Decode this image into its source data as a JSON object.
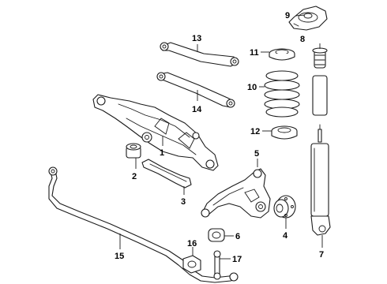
{
  "callouts": [
    {
      "id": "1",
      "part": "rear-subframe"
    },
    {
      "id": "2",
      "part": "subframe-bushing"
    },
    {
      "id": "3",
      "part": "reinforcement-brace"
    },
    {
      "id": "4",
      "part": "hub-bearing"
    },
    {
      "id": "5",
      "part": "knuckle-control-arm"
    },
    {
      "id": "6",
      "part": "stabilizer-bushing"
    },
    {
      "id": "7",
      "part": "shock-absorber"
    },
    {
      "id": "8",
      "part": "bump-stop"
    },
    {
      "id": "9",
      "part": "upper-mount"
    },
    {
      "id": "10",
      "part": "coil-spring"
    },
    {
      "id": "11",
      "part": "upper-spring-insulator"
    },
    {
      "id": "12",
      "part": "lower-spring-insulator"
    },
    {
      "id": "13",
      "part": "upper-lateral-link"
    },
    {
      "id": "14",
      "part": "lower-lateral-link"
    },
    {
      "id": "15",
      "part": "stabilizer-bar"
    },
    {
      "id": "16",
      "part": "stabilizer-bracket"
    },
    {
      "id": "17",
      "part": "stabilizer-link"
    }
  ],
  "colors": {
    "line": "#1a1a1a",
    "background": "#ffffff",
    "label": "#000000"
  }
}
